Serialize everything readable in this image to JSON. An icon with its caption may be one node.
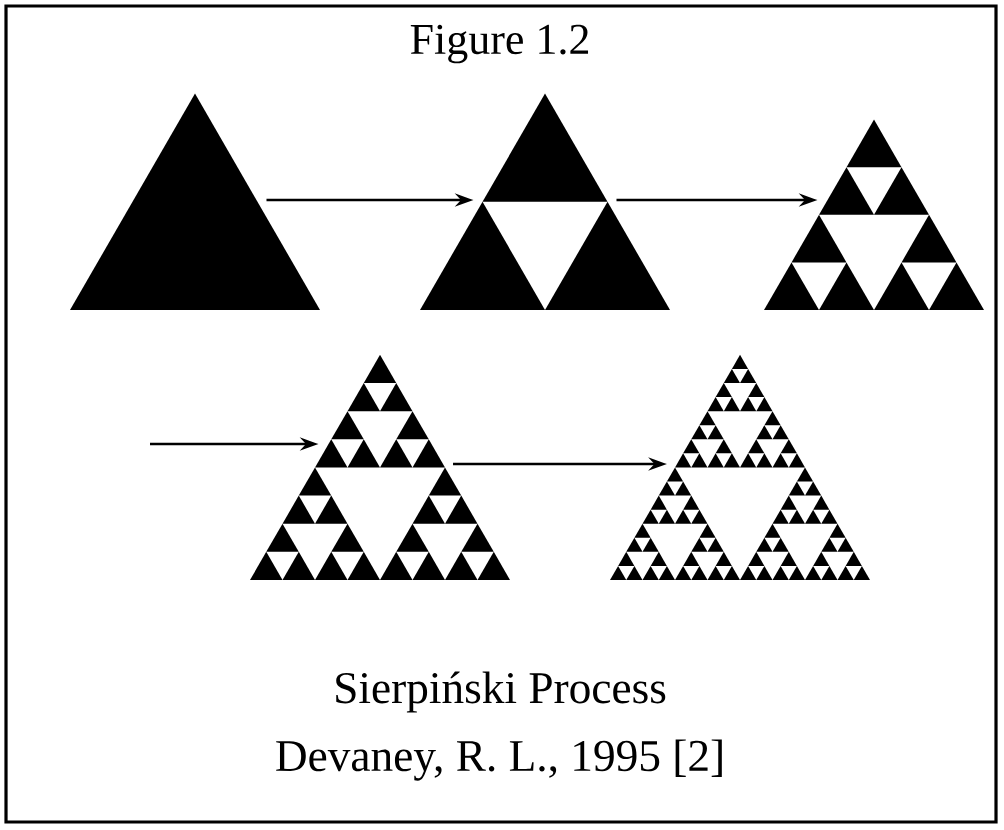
{
  "diagram": {
    "title": "Figure 1.2",
    "caption": "Sierpiński Process",
    "nodes": [
      {
        "text": [],
        "shape": "triangle"
      },
      {
        "text": [],
        "shape": "triangle"
      },
      {
        "text": [],
        "shape": "triangle"
      },
      {
        "text": [],
        "shape": "triangle"
      },
      {
        "text": [],
        "shape": "triangle"
      }
    ],
    "edges": [
      {
        "from": 0,
        "to": 1,
        "arrow": "to"
      },
      {
        "from": 1,
        "to": 2,
        "arrow": "to"
      },
      {
        "from": null,
        "to": 3,
        "arrow": "to"
      },
      {
        "from": 3,
        "to": 4,
        "arrow": "to"
      }
    ],
    "labels": [
      "Devaney, R. L., 1995 [2]"
    ]
  }
}
